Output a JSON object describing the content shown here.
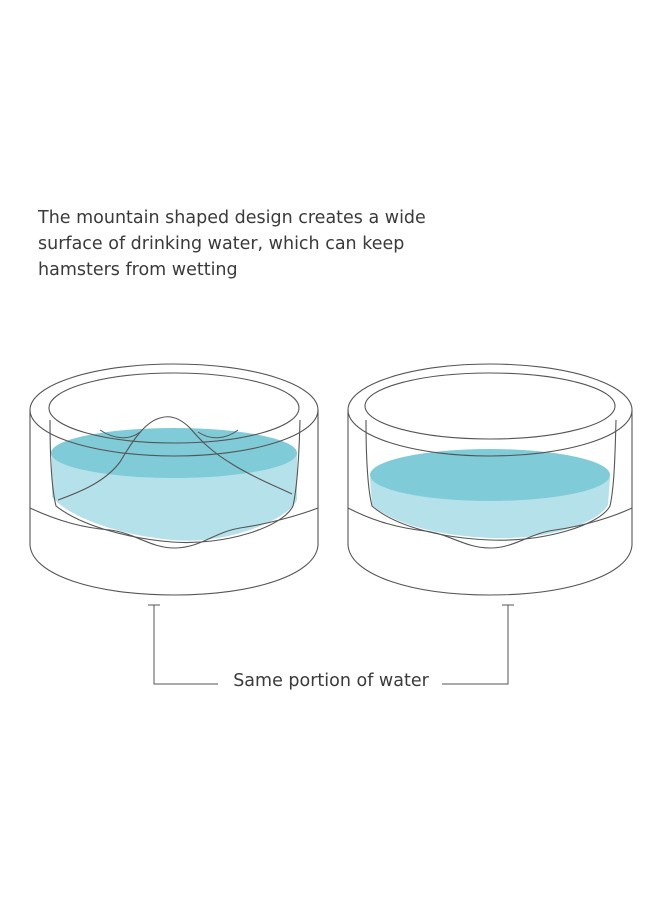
{
  "caption": {
    "line1": "The mountain shaped design creates a wide",
    "line2": "surface of drinking water, which can keep",
    "line3": "hamsters from wetting"
  },
  "bracket": {
    "label": "Same portion of water"
  },
  "colors": {
    "outline": "#555555",
    "water_surface": "#7fcbd8",
    "water_body": "#b5e1ea",
    "text": "#3a3a3a"
  }
}
